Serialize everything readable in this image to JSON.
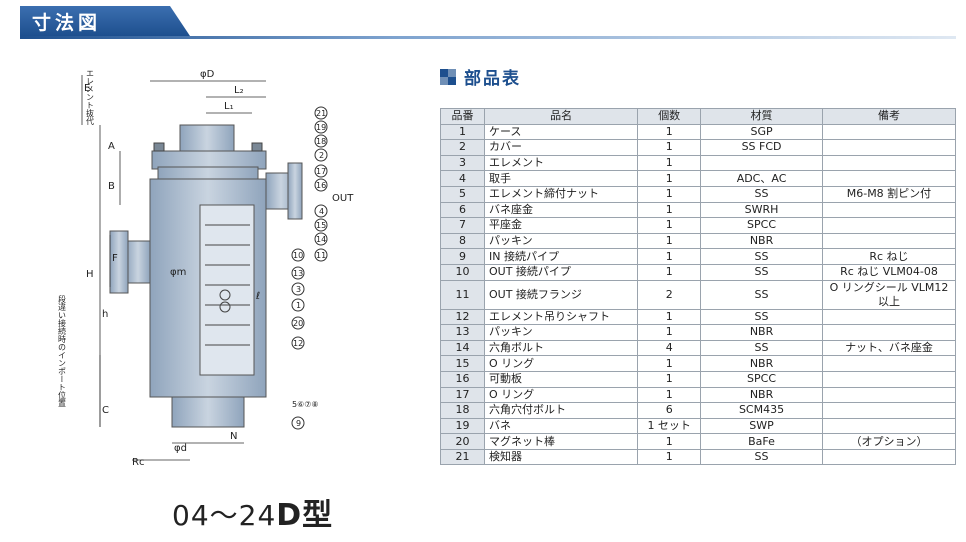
{
  "header": {
    "title": "寸法図"
  },
  "drawing": {
    "dim_labels": {
      "phiD": "φD",
      "L2": "L₂",
      "L1": "L₁",
      "A": "A",
      "B": "B",
      "F": "F",
      "H": "H",
      "h": "h",
      "C": "C",
      "phim": "φm",
      "phid": "φd",
      "Rc": "Rc",
      "N": "N",
      "l": "ℓ",
      "E": "E",
      "out": "OUT"
    },
    "vertical_note_top": "エレメント抜代",
    "vertical_note_side": "段違い接続時のインポート位置",
    "callouts": [
      "21",
      "19",
      "18",
      "2",
      "17",
      "16",
      "4",
      "15",
      "14",
      "11",
      "10",
      "13",
      "3",
      "1",
      "20",
      "12",
      "5⑥⑦⑧",
      "9"
    ]
  },
  "caption": {
    "text": "04～24",
    "suffix": "D型"
  },
  "parts": {
    "title": "部品表",
    "headers": [
      "品番",
      "品名",
      "個数",
      "材質",
      "備考"
    ],
    "rows": [
      [
        "1",
        "ケース",
        "1",
        "SGP",
        ""
      ],
      [
        "2",
        "カバー",
        "1",
        "SS FCD",
        ""
      ],
      [
        "3",
        "エレメント",
        "1",
        "",
        ""
      ],
      [
        "4",
        "取手",
        "1",
        "ADC、AC",
        ""
      ],
      [
        "5",
        "エレメント締付ナット",
        "1",
        "SS",
        "M6-M8 割ピン付"
      ],
      [
        "6",
        "バネ座金",
        "1",
        "SWRH",
        ""
      ],
      [
        "7",
        "平座金",
        "1",
        "SPCC",
        ""
      ],
      [
        "8",
        "パッキン",
        "1",
        "NBR",
        ""
      ],
      [
        "9",
        "IN 接続パイプ",
        "1",
        "SS",
        "Rc ねじ"
      ],
      [
        "10",
        "OUT 接続パイプ",
        "1",
        "SS",
        "Rc ねじ VLM04-08"
      ],
      [
        "11",
        "OUT 接続フランジ",
        "2",
        "SS",
        "O リングシール VLM12 以上"
      ],
      [
        "12",
        "エレメント吊りシャフト",
        "1",
        "SS",
        ""
      ],
      [
        "13",
        "パッキン",
        "1",
        "NBR",
        ""
      ],
      [
        "14",
        "六角ボルト",
        "4",
        "SS",
        "ナット、バネ座金"
      ],
      [
        "15",
        "O リング",
        "1",
        "NBR",
        ""
      ],
      [
        "16",
        "可動板",
        "1",
        "SPCC",
        ""
      ],
      [
        "17",
        "O リング",
        "1",
        "NBR",
        ""
      ],
      [
        "18",
        "六角穴付ボルト",
        "6",
        "SCM435",
        ""
      ],
      [
        "19",
        "バネ",
        "1 セット",
        "SWP",
        ""
      ],
      [
        "20",
        "マグネット棒",
        "1",
        "BaFe",
        "（オプション）"
      ],
      [
        "21",
        "検知器",
        "1",
        "SS",
        ""
      ]
    ]
  }
}
